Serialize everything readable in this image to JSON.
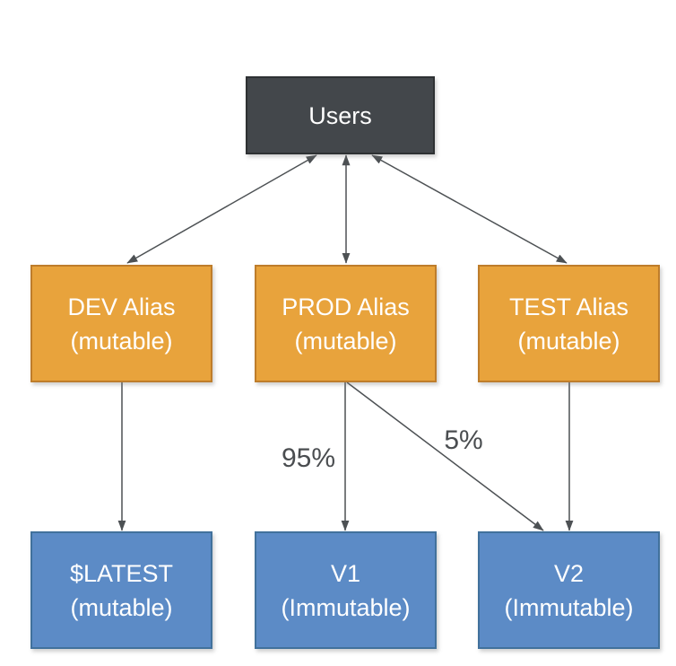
{
  "nodes": {
    "users": {
      "label": "Users"
    },
    "dev_alias": {
      "line1": "DEV Alias",
      "line2": "(mutable)"
    },
    "prod_alias": {
      "line1": "PROD Alias",
      "line2": "(mutable)"
    },
    "test_alias": {
      "line1": "TEST Alias",
      "line2": "(mutable)"
    },
    "latest": {
      "line1": "$LATEST",
      "line2": "(mutable)"
    },
    "v1": {
      "line1": "V1",
      "line2": "(Immutable)"
    },
    "v2": {
      "line1": "V2",
      "line2": "(Immutable)"
    }
  },
  "edge_labels": {
    "prod_to_v1": "95%",
    "prod_to_v2": "5%"
  },
  "colors": {
    "users_fill": "#43474B",
    "users_border": "#2E3133",
    "alias_fill": "#E8A33C",
    "alias_border": "#BE7D2B",
    "version_fill": "#5C8BC6",
    "version_border": "#41719C",
    "arrow": "#4D5154",
    "label_text": "#4A4D50"
  }
}
